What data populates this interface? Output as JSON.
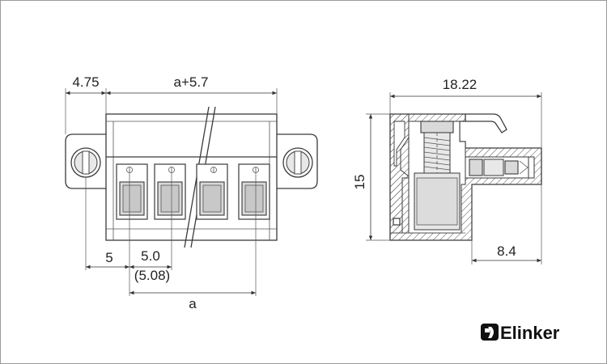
{
  "dimensions": {
    "front_left_offset": "4.75",
    "front_total_width": "a+5.7",
    "front_first_pitch": "5",
    "front_pitch": "5.0",
    "front_pitch_alt": "(5.08)",
    "front_pitch_span": "a",
    "side_depth": "18.22",
    "side_height": "15",
    "side_pin_length": "8.4"
  },
  "brand": {
    "name": "Elinker"
  },
  "colors": {
    "outline": "#3a3a3a",
    "fill_gray": "#d9d9d9",
    "background": "#ffffff"
  }
}
